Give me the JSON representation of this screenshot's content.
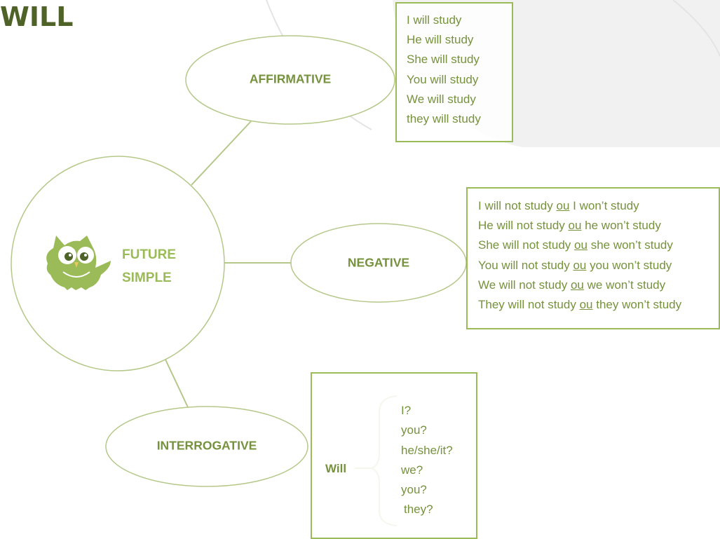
{
  "title": "WILL",
  "center": {
    "line1": "FUTURE",
    "line2": "SIMPLE",
    "icon": "owl-icon"
  },
  "branches": {
    "affirmative": {
      "label": "AFFIRMATIVE",
      "lines": [
        "I will study",
        "He will study",
        "She will study",
        "You will study",
        "We will study",
        "they will study"
      ]
    },
    "negative": {
      "label": "NEGATIVE",
      "rows": [
        {
          "full": "I will not study",
          "ou": "ou",
          "short": "I won’t study"
        },
        {
          "full": "He will not study",
          "ou": "ou",
          "short": "he won’t study"
        },
        {
          "full": "She will not study",
          "ou": "ou",
          "short": "she won’t study"
        },
        {
          "full": "You will not study",
          "ou": "ou",
          "short": "you won’t study"
        },
        {
          "full": "We will not study",
          "ou": "ou",
          "short": "we won’t study"
        },
        {
          "full": "They will not study",
          "ou": "ou",
          "short": "they won’t study"
        }
      ]
    },
    "interrogative": {
      "label": "INTERROGATIVE",
      "auxiliary": "Will",
      "subjects": [
        "I?",
        "you?",
        "he/she/it?",
        "we?",
        "you?",
        "they?"
      ]
    }
  },
  "colors": {
    "dark_green": "#4f6228",
    "green": "#76923c",
    "light_green": "#9bbb59",
    "decor": "#e8e8e8"
  }
}
